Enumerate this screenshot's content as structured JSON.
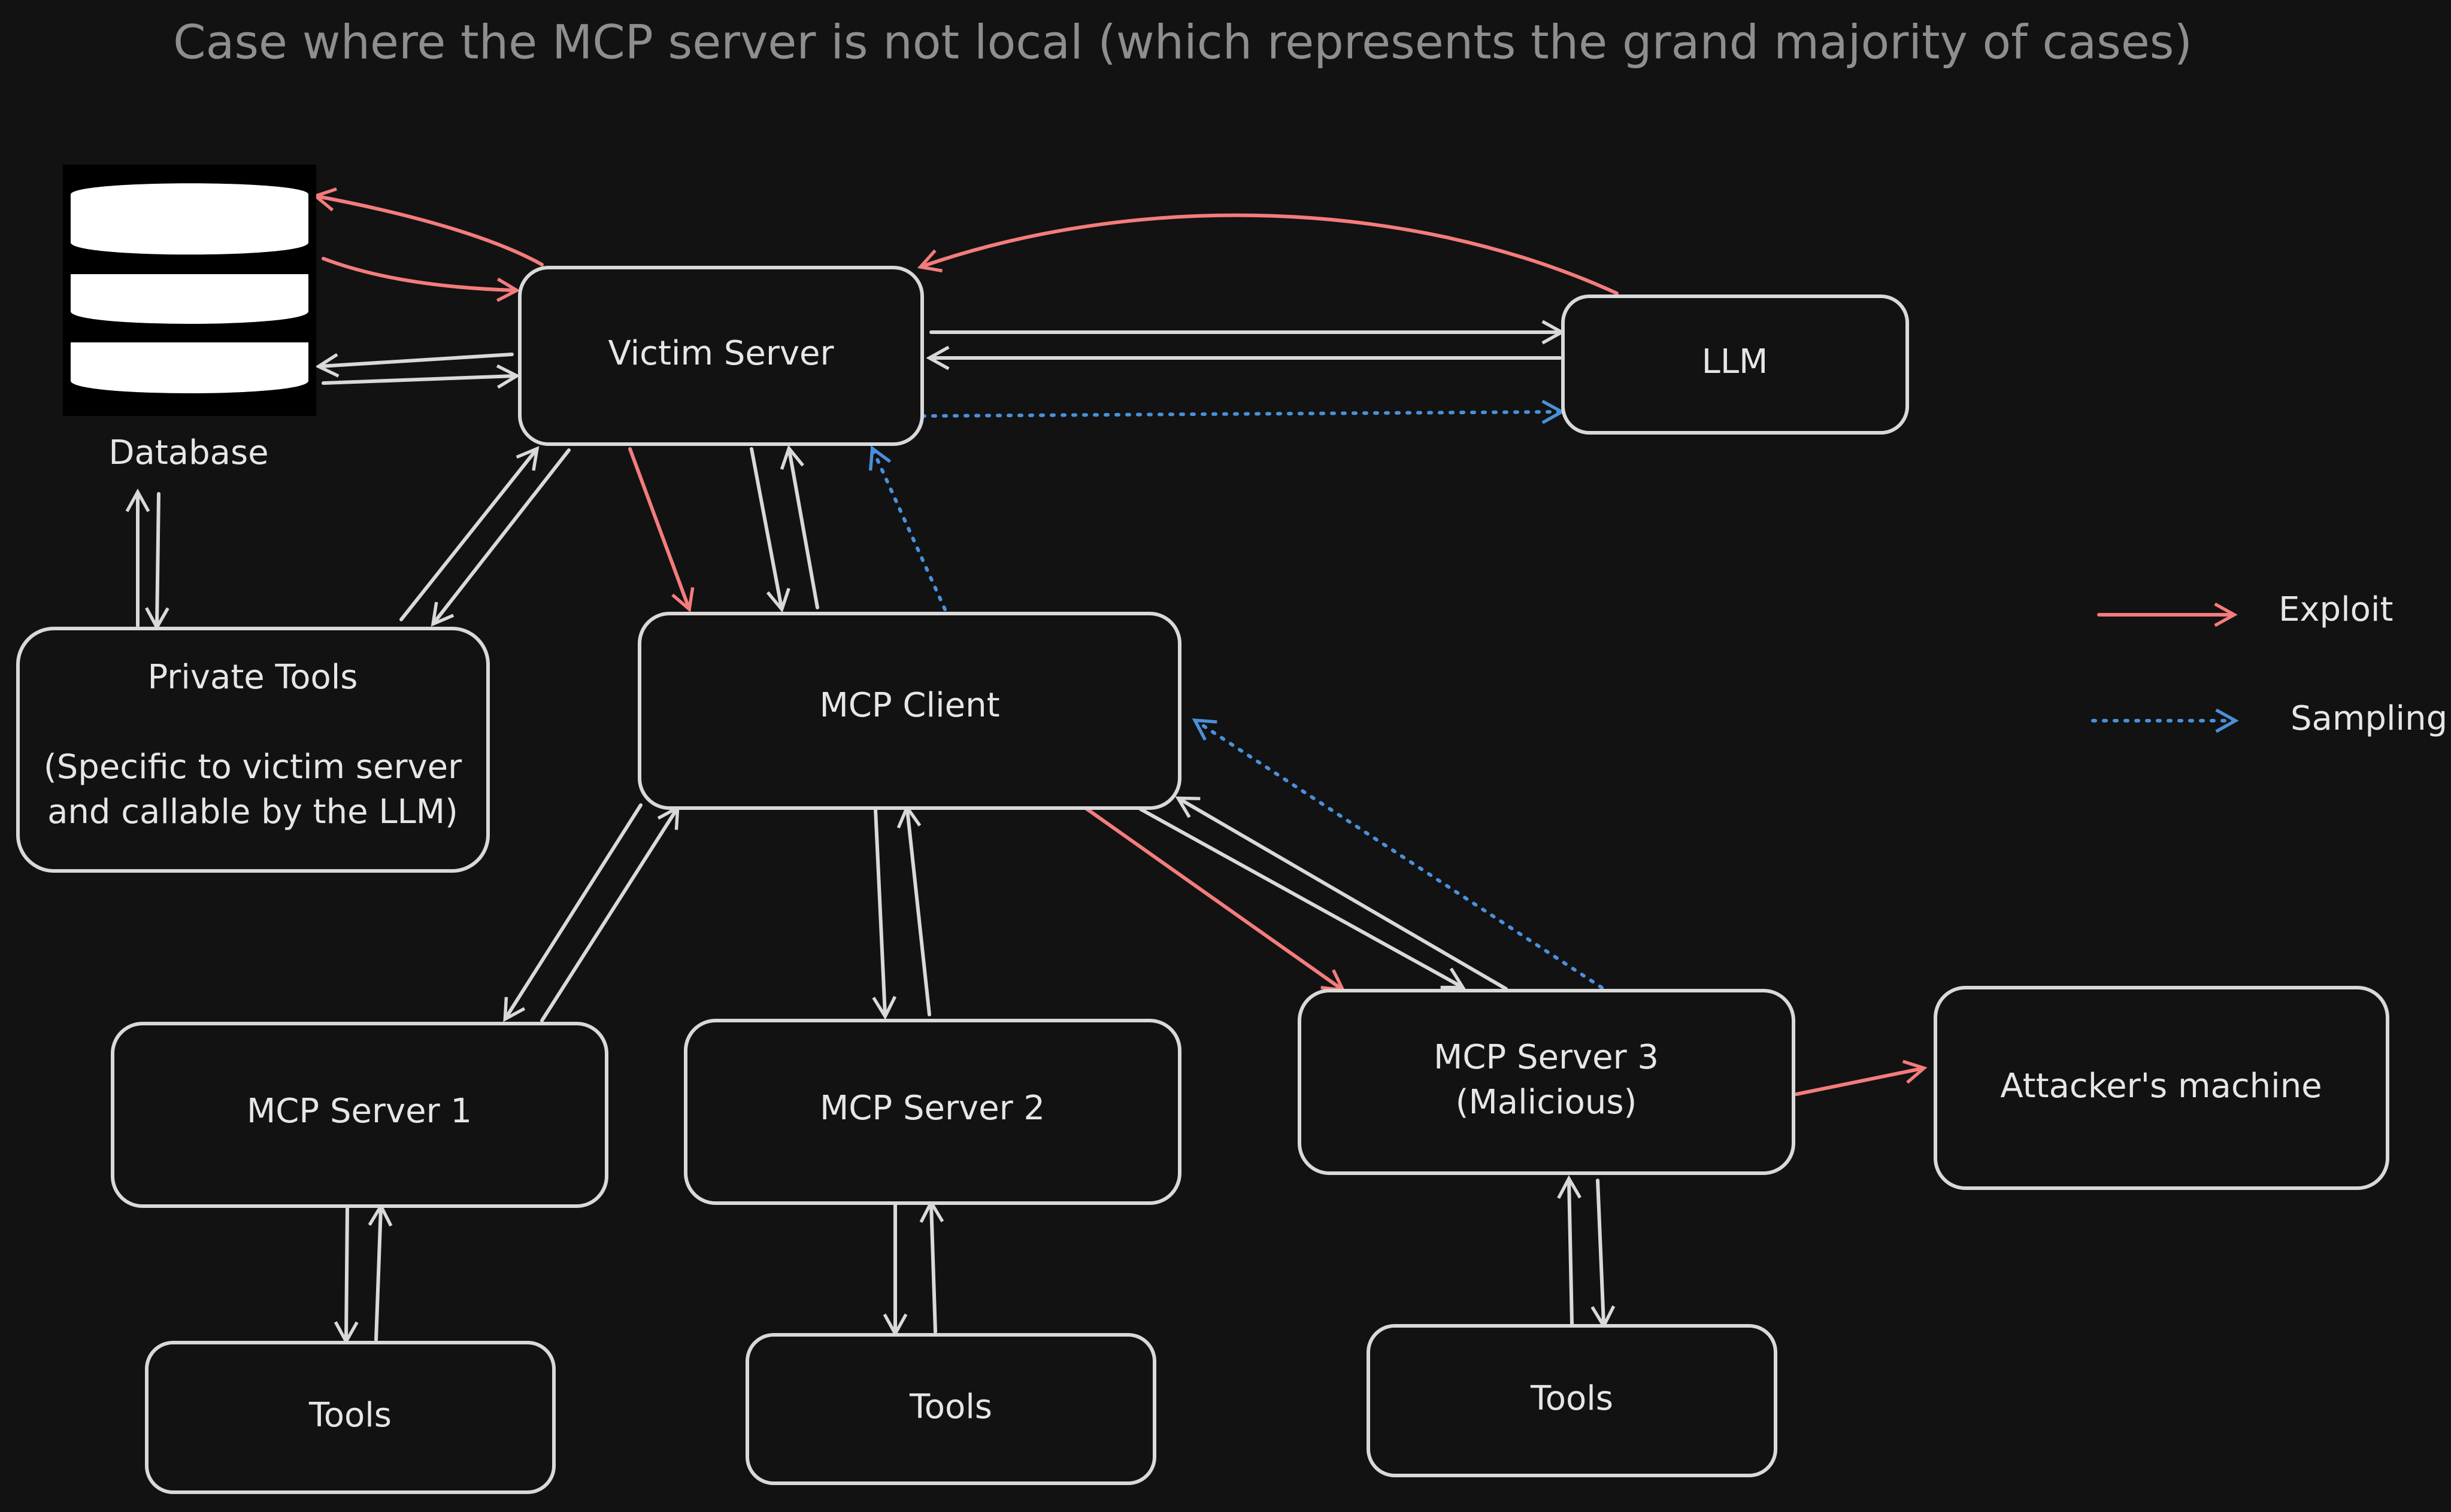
{
  "title": "Case where the MCP server is not local (which represents the grand majority of cases)",
  "colors": {
    "background": "#121212",
    "box_stroke": "#d9d9d9",
    "text": "#e6e6e6",
    "title": "#8e8e8e",
    "exploit": "#f47c7c",
    "sampling": "#4a90d9",
    "normal": "#d9d9d9"
  },
  "nodes": {
    "database": {
      "label": "Database",
      "icon": "database-icon"
    },
    "victim_server": {
      "label": "Victim Server"
    },
    "llm": {
      "label": "LLM"
    },
    "private_tools": {
      "line1": "Private Tools",
      "line2": "(Specific to victim server",
      "line3": "and callable by the LLM)"
    },
    "mcp_client": {
      "label": "MCP Client"
    },
    "mcp_server_1": {
      "label": "MCP Server 1"
    },
    "mcp_server_2": {
      "label": "MCP Server 2"
    },
    "mcp_server_3": {
      "line1": "MCP Server 3",
      "line2": "(Malicious)"
    },
    "attacker_machine": {
      "label": "Attacker's machine"
    },
    "tools_1": {
      "label": "Tools"
    },
    "tools_2": {
      "label": "Tools"
    },
    "tools_3": {
      "label": "Tools"
    }
  },
  "legend": {
    "exploit": "Exploit",
    "sampling": "Sampling"
  },
  "edges": [
    {
      "name": "edge-victim-to-database",
      "from": "victim_server",
      "to": "database",
      "kind": "exploit"
    },
    {
      "name": "edge-database-to-victim",
      "from": "database",
      "to": "victim_server",
      "kind": "exploit"
    },
    {
      "name": "edge-llm-to-victim",
      "from": "llm",
      "to": "victim_server",
      "kind": "exploit"
    },
    {
      "name": "edge-victim-to-database-normal",
      "from": "victim_server",
      "to": "database",
      "kind": "normal"
    },
    {
      "name": "edge-database-to-victim-normal",
      "from": "database",
      "to": "victim_server",
      "kind": "normal"
    },
    {
      "name": "edge-victim-to-llm",
      "from": "victim_server",
      "to": "llm",
      "kind": "normal"
    },
    {
      "name": "edge-llm-to-victim-normal",
      "from": "llm",
      "to": "victim_server",
      "kind": "normal"
    },
    {
      "name": "edge-victim-to-llm-sampling",
      "from": "victim_server",
      "to": "llm",
      "kind": "sampling"
    },
    {
      "name": "edge-database-to-private-tools",
      "from": "database",
      "to": "private_tools",
      "kind": "normal"
    },
    {
      "name": "edge-private-tools-to-database",
      "from": "private_tools",
      "to": "database",
      "kind": "normal"
    },
    {
      "name": "edge-private-tools-to-victim",
      "from": "private_tools",
      "to": "victim_server",
      "kind": "normal"
    },
    {
      "name": "edge-victim-to-private-tools",
      "from": "victim_server",
      "to": "private_tools",
      "kind": "normal"
    },
    {
      "name": "edge-victim-to-mcp-client-exploit",
      "from": "victim_server",
      "to": "mcp_client",
      "kind": "exploit"
    },
    {
      "name": "edge-victim-to-mcp-client",
      "from": "victim_server",
      "to": "mcp_client",
      "kind": "normal"
    },
    {
      "name": "edge-mcp-client-to-victim",
      "from": "mcp_client",
      "to": "victim_server",
      "kind": "normal"
    },
    {
      "name": "edge-mcp-client-to-victim-sampling",
      "from": "mcp_client",
      "to": "victim_server",
      "kind": "sampling"
    },
    {
      "name": "edge-mcp-client-to-server1",
      "from": "mcp_client",
      "to": "mcp_server_1",
      "kind": "normal"
    },
    {
      "name": "edge-server1-to-mcp-client",
      "from": "mcp_server_1",
      "to": "mcp_client",
      "kind": "normal"
    },
    {
      "name": "edge-mcp-client-to-server2",
      "from": "mcp_client",
      "to": "mcp_server_2",
      "kind": "normal"
    },
    {
      "name": "edge-server2-to-mcp-client",
      "from": "mcp_server_2",
      "to": "mcp_client",
      "kind": "normal"
    },
    {
      "name": "edge-mcp-client-to-server3-exploit",
      "from": "mcp_client",
      "to": "mcp_server_3",
      "kind": "exploit"
    },
    {
      "name": "edge-mcp-client-to-server3",
      "from": "mcp_client",
      "to": "mcp_server_3",
      "kind": "normal"
    },
    {
      "name": "edge-server3-to-mcp-client",
      "from": "mcp_server_3",
      "to": "mcp_client",
      "kind": "normal"
    },
    {
      "name": "edge-server3-to-mcp-client-sampling",
      "from": "mcp_server_3",
      "to": "mcp_client",
      "kind": "sampling"
    },
    {
      "name": "edge-server3-to-attacker",
      "from": "mcp_server_3",
      "to": "attacker_machine",
      "kind": "exploit"
    },
    {
      "name": "edge-server1-to-tools1",
      "from": "mcp_server_1",
      "to": "tools_1",
      "kind": "normal"
    },
    {
      "name": "edge-tools1-to-server1",
      "from": "tools_1",
      "to": "mcp_server_1",
      "kind": "normal"
    },
    {
      "name": "edge-server2-to-tools2",
      "from": "mcp_server_2",
      "to": "tools_2",
      "kind": "normal"
    },
    {
      "name": "edge-tools2-to-server2",
      "from": "tools_2",
      "to": "mcp_server_2",
      "kind": "normal"
    },
    {
      "name": "edge-server3-to-tools3",
      "from": "mcp_server_3",
      "to": "tools_3",
      "kind": "normal"
    },
    {
      "name": "edge-tools3-to-server3",
      "from": "tools_3",
      "to": "mcp_server_3",
      "kind": "normal"
    }
  ]
}
